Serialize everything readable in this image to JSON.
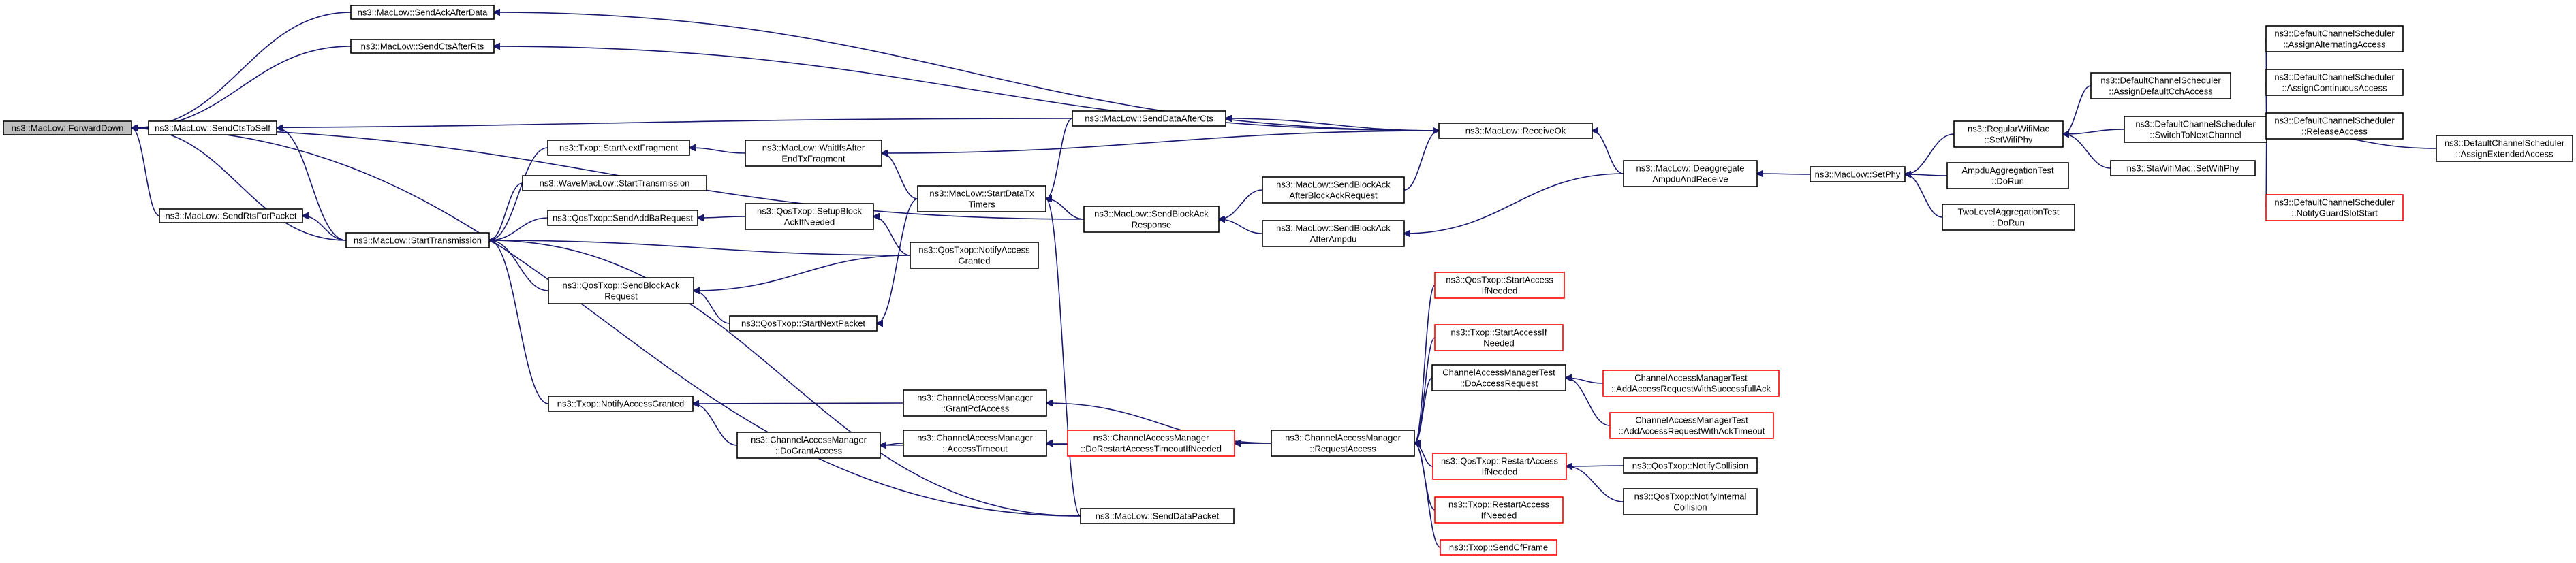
{
  "colors": {
    "edge": "#191970",
    "node_border": "#000000",
    "node_border_unlinked": "#ff0000",
    "focus_fill": "#bfbfbf",
    "background": "#ffffff"
  },
  "nodes": [
    {
      "id": "forwarddown",
      "lines": [
        "ns3::MacLow::ForwardDown"
      ],
      "style": "focus"
    },
    {
      "id": "sendackafterdata",
      "lines": [
        "ns3::MacLow::SendAckAfterData"
      ]
    },
    {
      "id": "sendctsafterrts",
      "lines": [
        "ns3::MacLow::SendCtsAfterRts"
      ]
    },
    {
      "id": "sendctstoself",
      "lines": [
        "ns3::MacLow::SendCtsToSelf"
      ]
    },
    {
      "id": "sendrtsforpacket",
      "lines": [
        "ns3::MacLow::SendRtsForPacket"
      ]
    },
    {
      "id": "starttransmission",
      "lines": [
        "ns3::MacLow::StartTransmission"
      ]
    },
    {
      "id": "txop_startnextfragment",
      "lines": [
        "ns3::Txop::StartNextFragment"
      ]
    },
    {
      "id": "wavemaclow_starttransmission",
      "lines": [
        "ns3::WaveMacLow::StartTransmission"
      ]
    },
    {
      "id": "qostxop_sendaddbarequest",
      "lines": [
        "ns3::QosTxop::SendAddBaRequest"
      ]
    },
    {
      "id": "qostxop_sendblockackrequest",
      "lines": [
        "ns3::QosTxop::SendBlockAck",
        "Request"
      ]
    },
    {
      "id": "txop_notifyaccessgranted",
      "lines": [
        "ns3::Txop::NotifyAccessGranted"
      ]
    },
    {
      "id": "waitifsafterendtxfragment",
      "lines": [
        "ns3::MacLow::WaitIfsAfter",
        "EndTxFragment"
      ]
    },
    {
      "id": "qostxop_setupblockackifneeded",
      "lines": [
        "ns3::QosTxop::SetupBlock",
        "AckIfNeeded"
      ]
    },
    {
      "id": "qostxop_startnextpacket",
      "lines": [
        "ns3::QosTxop::StartNextPacket"
      ]
    },
    {
      "id": "qostxop_notifyaccessgranted",
      "lines": [
        "ns3::QosTxop::NotifyAccess",
        "Granted"
      ]
    },
    {
      "id": "cam_dogrant",
      "lines": [
        "ns3::ChannelAccessManager",
        "::DoGrantAccess"
      ]
    },
    {
      "id": "startdatatxtimers",
      "lines": [
        "ns3::MacLow::StartDataTx",
        "Timers"
      ]
    },
    {
      "id": "cam_grantpcfaccess",
      "lines": [
        "ns3::ChannelAccessManager",
        "::GrantPcfAccess"
      ]
    },
    {
      "id": "cam_accesstimeout",
      "lines": [
        "ns3::ChannelAccessManager",
        "::AccessTimeout"
      ]
    },
    {
      "id": "senddataafterctsnode",
      "lines": [
        "ns3::MacLow::SendDataAfterCts"
      ]
    },
    {
      "id": "sendblockackresponse",
      "lines": [
        "ns3::MacLow::SendBlockAck",
        "Response"
      ]
    },
    {
      "id": "cam_dorestart",
      "lines": [
        "ns3::ChannelAccessManager",
        "::DoRestartAccessTimeoutIfNeeded"
      ],
      "style": "red"
    },
    {
      "id": "senddatapacket",
      "lines": [
        "ns3::MacLow::SendDataPacket"
      ]
    },
    {
      "id": "sendblockackafterbar",
      "lines": [
        "ns3::MacLow::SendBlockAck",
        "AfterBlockAckRequest"
      ]
    },
    {
      "id": "sendblockackafterampdu",
      "lines": [
        "ns3::MacLow::SendBlockAck",
        "AfterAmpdu"
      ]
    },
    {
      "id": "cam_requestaccess",
      "lines": [
        "ns3::ChannelAccessManager",
        "::RequestAccess"
      ]
    },
    {
      "id": "receiveok",
      "lines": [
        "ns3::MacLow::ReceiveOk"
      ]
    },
    {
      "id": "qostxop_startaccessifneeded",
      "lines": [
        "ns3::QosTxop::StartAccess",
        "IfNeeded"
      ],
      "style": "red"
    },
    {
      "id": "txop_startaccessifneeded",
      "lines": [
        "ns3::Txop::StartAccessIf",
        "Needed"
      ],
      "style": "red"
    },
    {
      "id": "camtest_doaccessrequest",
      "lines": [
        "ChannelAccessManagerTest",
        "::DoAccessRequest"
      ]
    },
    {
      "id": "qostxop_restartaccessifneeded",
      "lines": [
        "ns3::QosTxop::RestartAccess",
        "IfNeeded"
      ],
      "style": "red"
    },
    {
      "id": "txop_restartaccessifneeded",
      "lines": [
        "ns3::Txop::RestartAccess",
        "IfNeeded"
      ],
      "style": "red"
    },
    {
      "id": "txop_sendcfframe",
      "lines": [
        "ns3::Txop::SendCfFrame"
      ],
      "style": "red"
    },
    {
      "id": "deaggregate",
      "lines": [
        "ns3::MacLow::Deaggregate",
        "AmpduAndReceive"
      ]
    },
    {
      "id": "camtest_addsuccess",
      "lines": [
        "ChannelAccessManagerTest",
        "::AddAccessRequestWithSuccessfullAck"
      ],
      "style": "red"
    },
    {
      "id": "camtest_addacktimeout",
      "lines": [
        "ChannelAccessManagerTest",
        "::AddAccessRequestWithAckTimeout"
      ],
      "style": "red"
    },
    {
      "id": "qostxop_notifycollision",
      "lines": [
        "ns3::QosTxop::NotifyCollision"
      ]
    },
    {
      "id": "qostxop_notifyinternalcollision",
      "lines": [
        "ns3::QosTxop::NotifyInternal",
        "Collision"
      ]
    },
    {
      "id": "setphy",
      "lines": [
        "ns3::MacLow::SetPhy"
      ]
    },
    {
      "id": "regularwifimac_setwifiphy",
      "lines": [
        "ns3::RegularWifiMac",
        "::SetWifiPhy"
      ]
    },
    {
      "id": "ampdu_dorun",
      "lines": [
        "AmpduAggregationTest",
        "::DoRun"
      ]
    },
    {
      "id": "twolevel_dorun",
      "lines": [
        "TwoLevelAggregationTest",
        "::DoRun"
      ]
    },
    {
      "id": "dcs_assigndefaultcch",
      "lines": [
        "ns3::DefaultChannelScheduler",
        "::AssignDefaultCchAccess"
      ]
    },
    {
      "id": "dcs_switchtonext",
      "lines": [
        "ns3::DefaultChannelScheduler",
        "::SwitchToNextChannel"
      ]
    },
    {
      "id": "stawifimac_setwifiphy",
      "lines": [
        "ns3::StaWifiMac::SetWifiPhy"
      ]
    },
    {
      "id": "dcs_assignalternating",
      "lines": [
        "ns3::DefaultChannelScheduler",
        "::AssignAlternatingAccess"
      ]
    },
    {
      "id": "dcs_assigncontinuous",
      "lines": [
        "ns3::DefaultChannelScheduler",
        "::AssignContinuousAccess"
      ]
    },
    {
      "id": "dcs_releaseaccess",
      "lines": [
        "ns3::DefaultChannelScheduler",
        "::ReleaseAccess"
      ]
    },
    {
      "id": "dcs_notifyguardslot",
      "lines": [
        "ns3::DefaultChannelScheduler",
        "::NotifyGuardSlotStart"
      ],
      "style": "red"
    },
    {
      "id": "dcs_assignextended",
      "lines": [
        "ns3::DefaultChannelScheduler",
        "::AssignExtendedAccess"
      ]
    }
  ]
}
